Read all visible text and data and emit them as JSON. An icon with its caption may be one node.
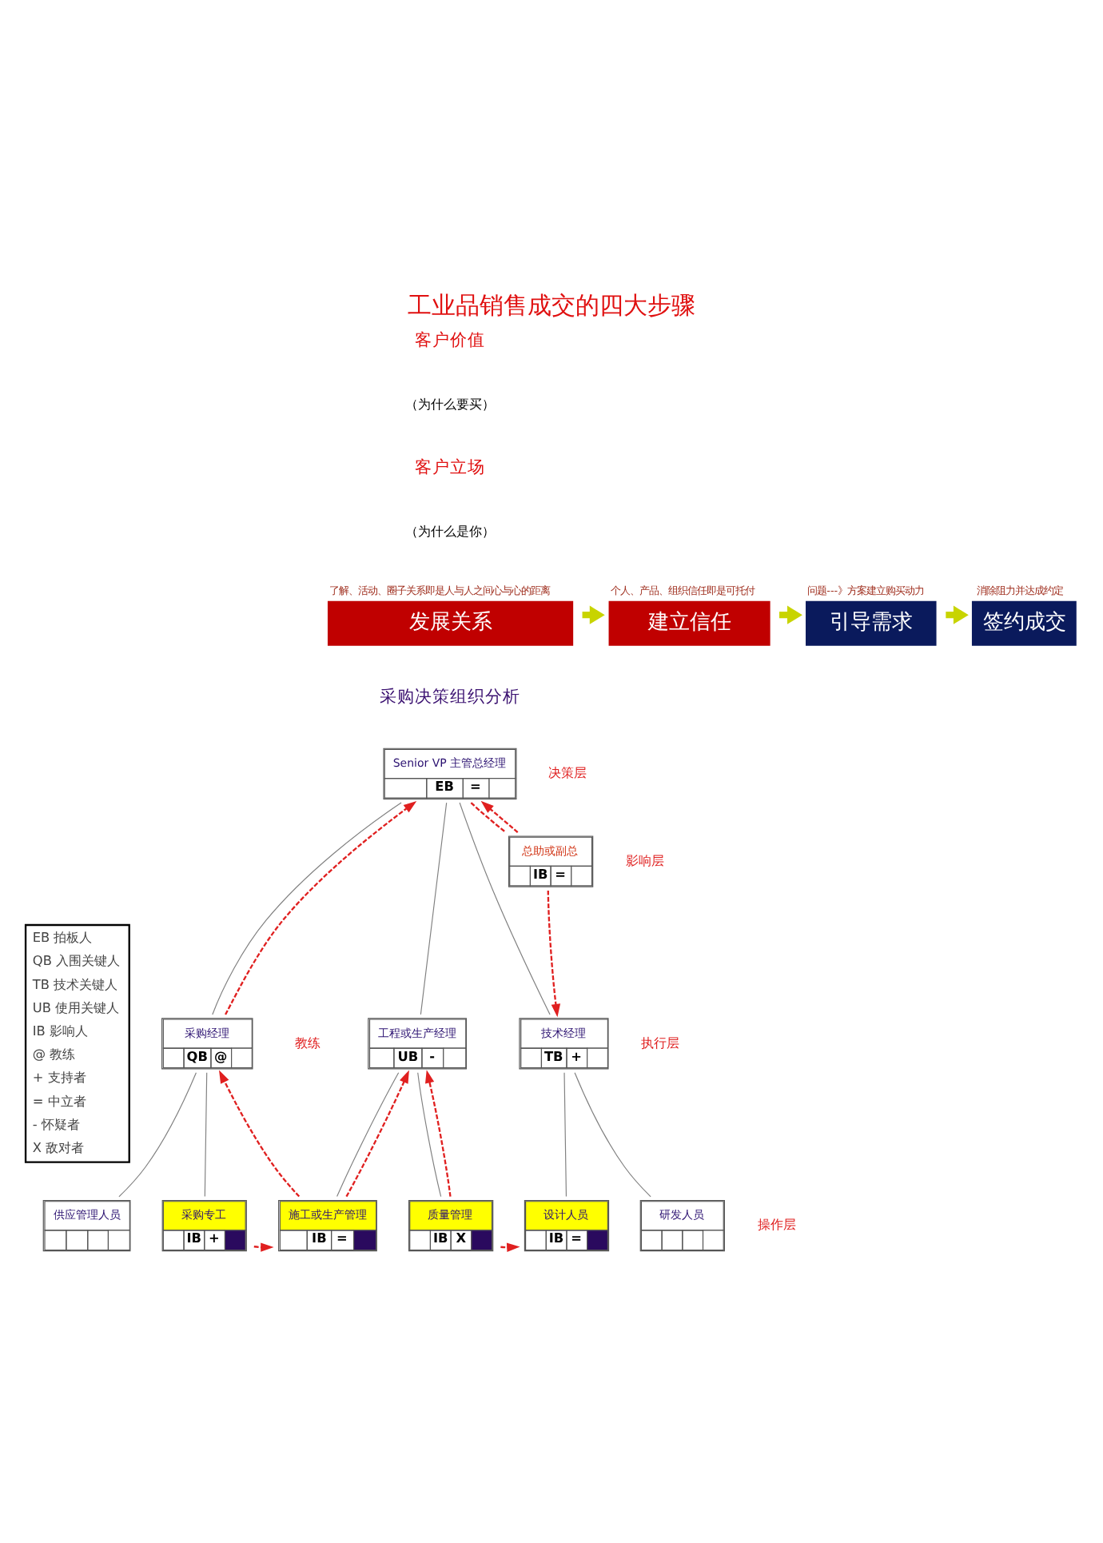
{
  "diagram": {
    "title": "工业品销售成交的四大步骤",
    "nodes": [
      {
        "text": [
          "发展关系"
        ],
        "beside": [
          "了解、活动、圈子关系即是人与人之间心与心的距离"
        ]
      },
      {
        "text": [
          "建立信任"
        ],
        "beside": [
          "个人、产品、组织信任即是可托付"
        ]
      },
      {
        "text": [
          "引导需求"
        ],
        "beside": [
          "问题---》方案建立购买动力"
        ]
      },
      {
        "text": [
          "签约成交"
        ],
        "beside": [
          "消除阻力并达成约定"
        ]
      },
      {
        "text": [
          "Senior VP 主管总经理",
          "EB",
          "="
        ]
      },
      {
        "text": [
          "总助或副总",
          "IB",
          "="
        ]
      },
      {
        "text": [
          "采购经理",
          "QB",
          "@"
        ]
      },
      {
        "text": [
          "工程或生产经理",
          "UB",
          "-"
        ]
      },
      {
        "text": [
          "技术经理",
          "TB",
          "+"
        ]
      },
      {
        "text": [
          "供应管理人员"
        ]
      },
      {
        "text": [
          "采购专工",
          "IB",
          "+"
        ]
      },
      {
        "text": [
          "施工或生产管理",
          "IB",
          "="
        ]
      },
      {
        "text": [
          "质量管理",
          "IB",
          "X"
        ]
      },
      {
        "text": [
          "设计人员",
          "IB",
          "="
        ]
      },
      {
        "text": [
          "研发人员"
        ]
      }
    ],
    "edges": [
      {
        "from": 0,
        "to": 1,
        "arrow": "to",
        "style": "thick",
        "color": "#c8d400"
      },
      {
        "from": 1,
        "to": 2,
        "arrow": "to",
        "style": "thick",
        "color": "#c8d400"
      },
      {
        "from": 2,
        "to": 3,
        "arrow": "to",
        "style": "thick",
        "color": "#c8d400"
      },
      {
        "from": 4,
        "to": 6,
        "arrow": "none",
        "color": "#808080"
      },
      {
        "from": 4,
        "to": 7,
        "arrow": "none",
        "color": "#808080"
      },
      {
        "from": 4,
        "to": 8,
        "arrow": "none",
        "color": "#808080"
      },
      {
        "from": 6,
        "to": 9,
        "arrow": "none",
        "color": "#808080"
      },
      {
        "from": 6,
        "to": 10,
        "arrow": "none",
        "color": "#808080"
      },
      {
        "from": 7,
        "to": 11,
        "arrow": "none",
        "color": "#808080"
      },
      {
        "from": 7,
        "to": 12,
        "arrow": "none",
        "color": "#808080"
      },
      {
        "from": 8,
        "to": 13,
        "arrow": "none",
        "color": "#808080"
      },
      {
        "from": 8,
        "to": 14,
        "arrow": "none",
        "color": "#808080"
      },
      {
        "from": 4,
        "to": 5,
        "arrow": "none",
        "style": "dashed",
        "color": "#e02020"
      },
      {
        "from": 5,
        "to": 4,
        "arrow": "to",
        "style": "dashed",
        "color": "#e02020"
      },
      {
        "from": 5,
        "to": 8,
        "arrow": "to",
        "style": "dashed",
        "color": "#e02020"
      },
      {
        "from": 6,
        "to": 4,
        "arrow": "to",
        "style": "dashed",
        "color": "#e02020"
      },
      {
        "from": 11,
        "to": 6,
        "arrow": "to",
        "style": "dashed",
        "color": "#e02020"
      },
      {
        "from": 10,
        "to": 11,
        "arrow": "to",
        "style": "dashed",
        "color": "#e02020"
      },
      {
        "from": 11,
        "to": 7,
        "arrow": "to",
        "style": "dashed",
        "color": "#e02020"
      },
      {
        "from": 12,
        "to": 7,
        "arrow": "to",
        "style": "dashed",
        "color": "#e02020"
      },
      {
        "from": 12,
        "to": 13,
        "arrow": "to",
        "style": "dashed",
        "color": "#e02020"
      }
    ],
    "labels": [
      "客户价值",
      "（为什么要买）",
      "客户立场",
      "（为什么是你）",
      "采购决策组织分析",
      "决策层",
      "影响层",
      "教练",
      "执行层",
      "操作层"
    ],
    "legend": [
      {
        "text": "EB 拍板人"
      },
      {
        "text": "QB 入围关键人"
      },
      {
        "text": "TB 技术关键人"
      },
      {
        "text": "UB 使用关键人"
      },
      {
        "text": "IB 影响人"
      },
      {
        "text": "@ 教练"
      },
      {
        "text": "+ 支持者"
      },
      {
        "text": "= 中立者"
      },
      {
        "text": "- 怀疑者"
      },
      {
        "text": "X 敌对者"
      }
    ]
  }
}
